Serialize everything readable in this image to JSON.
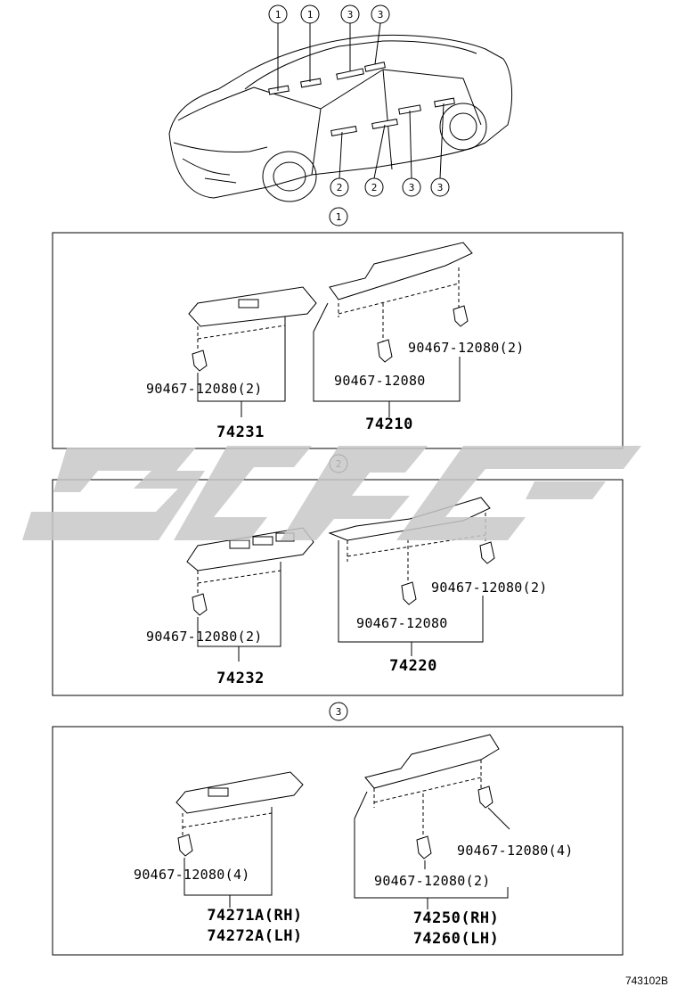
{
  "diagram_id": "743102B",
  "callouts": {
    "one": "1",
    "two": "2",
    "three": "3"
  },
  "sections": [
    {
      "id": "1",
      "left_part": "74231",
      "left_clip": "90467-12080(2)",
      "right_part": "74210",
      "right_clip_upper": "90467-12080(2)",
      "right_clip_lower": "90467-12080"
    },
    {
      "id": "2",
      "left_part": "74232",
      "left_clip": "90467-12080(2)",
      "right_part": "74220",
      "right_clip_upper": "90467-12080(2)",
      "right_clip_lower": "90467-12080"
    },
    {
      "id": "3",
      "left_part_rh": "74271A(RH)",
      "left_part_lh": "74272A(LH)",
      "left_clip": "90467-12080(4)",
      "right_part_rh": "74250(RH)",
      "right_part_lh": "74260(LH)",
      "right_clip_upper": "90467-12080(4)",
      "right_clip_lower": "90467-12080(2)"
    }
  ]
}
